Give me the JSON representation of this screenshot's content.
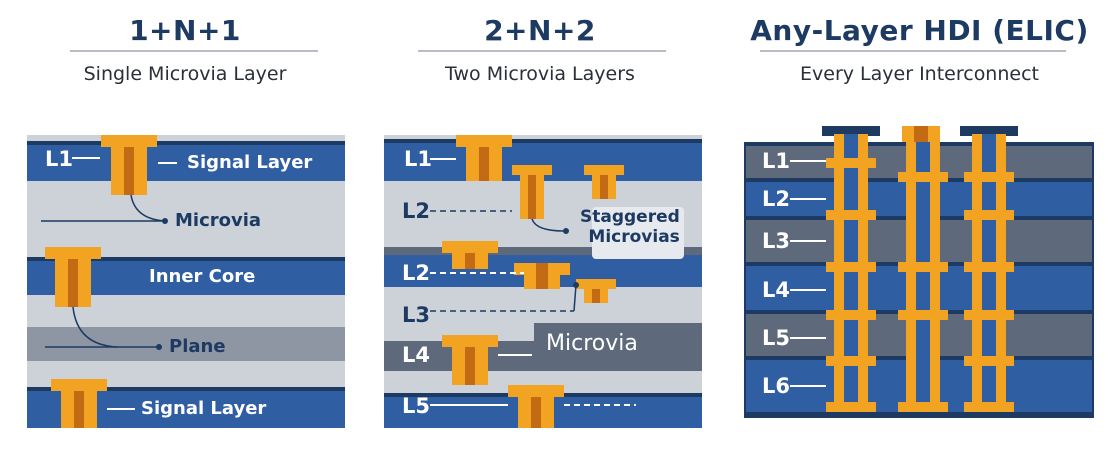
{
  "panels": [
    {
      "title": "1+N+1",
      "subtitle": "Single Microvia Layer",
      "labels": {
        "l1": "L1",
        "signal_top": "Signal Layer",
        "microvia": "Microvia",
        "inner_core": "Inner Core",
        "plane": "Plane",
        "signal_bottom": "Signal Layer"
      }
    },
    {
      "title": "2+N+2",
      "subtitle": "Two Microvia Layers",
      "labels": {
        "l1": "L1",
        "l2a": "L2",
        "staggered": "Staggered\nMicrovias",
        "l2b": "L2",
        "l3": "L3",
        "l4": "L4",
        "microvia": "Microvia",
        "l5": "L5"
      }
    },
    {
      "title": "Any-Layer HDI (ELIC)",
      "subtitle": "Every Layer Interconnect",
      "layers": [
        "L1",
        "L2",
        "L3",
        "L4",
        "L5",
        "L6"
      ]
    }
  ],
  "colors": {
    "navy": "#1d3a63",
    "blue": "#2f5ea3",
    "gray": "#cdd1d8",
    "slate": "#5e6a7c",
    "copper": "#f2a321",
    "copper_dark": "#c26a14"
  }
}
